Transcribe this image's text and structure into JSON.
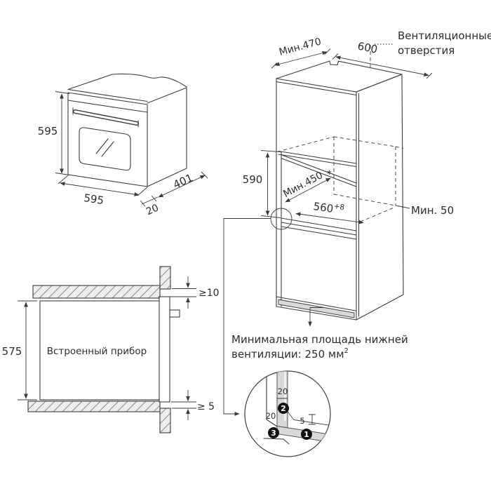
{
  "oven": {
    "height": "595",
    "width": "595",
    "depth": "401",
    "door_depth": "20"
  },
  "cabinet": {
    "top_depth": "Мин.470",
    "top_width": "600",
    "niche_height": "590",
    "niche_depth": "Мин.450",
    "niche_depth_note": "*",
    "niche_width": "560",
    "niche_width_tol": "+8",
    "wall_gap": "Мин. 50",
    "vent_label_line1": "Вентиляционные",
    "vent_label_line2": "отверстия",
    "bottom_vent_line1": "Минимальная площадь нижней",
    "bottom_vent_line2": "вентиляции: 250 мм",
    "bottom_vent_sup": "2"
  },
  "section": {
    "height": "575",
    "appliance_label": "Встроенный прибор",
    "gap_top": "≥10",
    "gap_bottom": "≥ 5"
  },
  "detail": {
    "panel_thickness": "20",
    "front_offset": "20",
    "shelf_recess": "5",
    "callout_1": "1",
    "callout_2": "2",
    "callout_3": "3"
  },
  "colors": {
    "line": "#3b3b3b",
    "gray_fill": "#d9d9d9",
    "hatch_fill": "#ededed"
  }
}
